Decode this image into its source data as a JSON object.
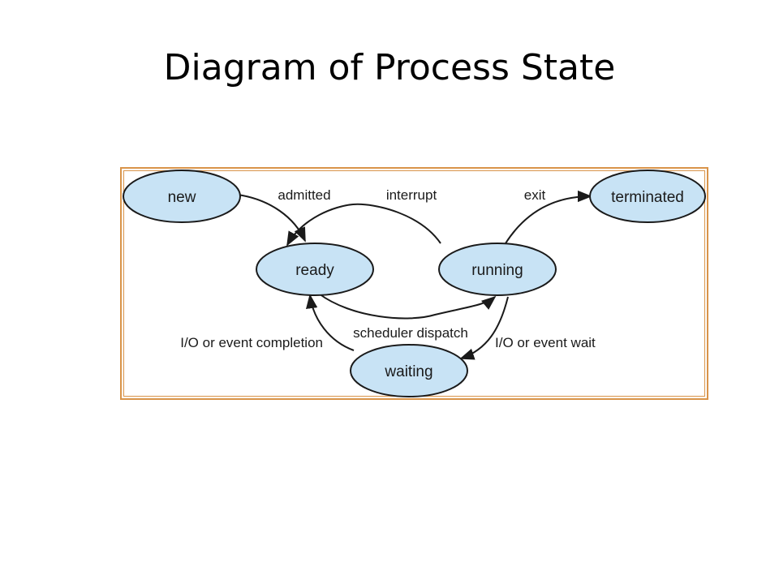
{
  "title": "Diagram of Process State",
  "colors": {
    "state_fill": "#c8e3f5",
    "state_stroke": "#1a1a1a",
    "frame_stroke": "#d9944a",
    "arrow": "#1a1a1a"
  },
  "states": {
    "new": "new",
    "ready": "ready",
    "running": "running",
    "waiting": "waiting",
    "terminated": "terminated"
  },
  "transitions": {
    "admitted": "admitted",
    "interrupt": "interrupt",
    "exit": "exit",
    "scheduler_dispatch": "scheduler dispatch",
    "io_event_completion": "I/O or event completion",
    "io_event_wait": "I/O or event wait"
  }
}
